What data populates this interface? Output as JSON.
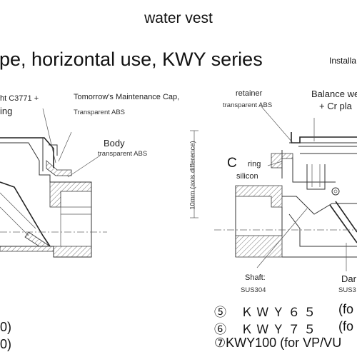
{
  "header": {
    "title": "water vest"
  },
  "subtitle": "pipe, horizontal use, KWY series",
  "install_label": "Installa",
  "left_diagram": {
    "label_top_left_1": "ht C3771 +",
    "label_top_left_2": "ing",
    "cap_label": "Tomorrow's Maintenance Cap,",
    "cap_material": "Transparent ABS",
    "body_label": "Body",
    "body_material": "transparent ABS"
  },
  "right_diagram": {
    "retainer_label": "retainer",
    "retainer_material": "transparent ABS",
    "balance_label": "Balance we",
    "balance_material": "+ Cr pla",
    "c_letter": "C",
    "ring_label": "ring",
    "ring_material": "silicon",
    "axis_label": "10mm (axis difference)",
    "shaft_label": "Shaft:",
    "shaft_material": "SUS304",
    "damper_label": "Dar",
    "damper_material": "SUS3"
  },
  "left_models": [
    {
      "text": "0)"
    },
    {
      "text": "0)"
    }
  ],
  "right_models": [
    {
      "text": "⑤ ＫＷＹ６５",
      "tail": "(fo"
    },
    {
      "text": "⑥ ＫＷＹ７５",
      "tail": "(fo"
    },
    {
      "text": "⑦KWY100 (for VP/VU"
    }
  ]
}
